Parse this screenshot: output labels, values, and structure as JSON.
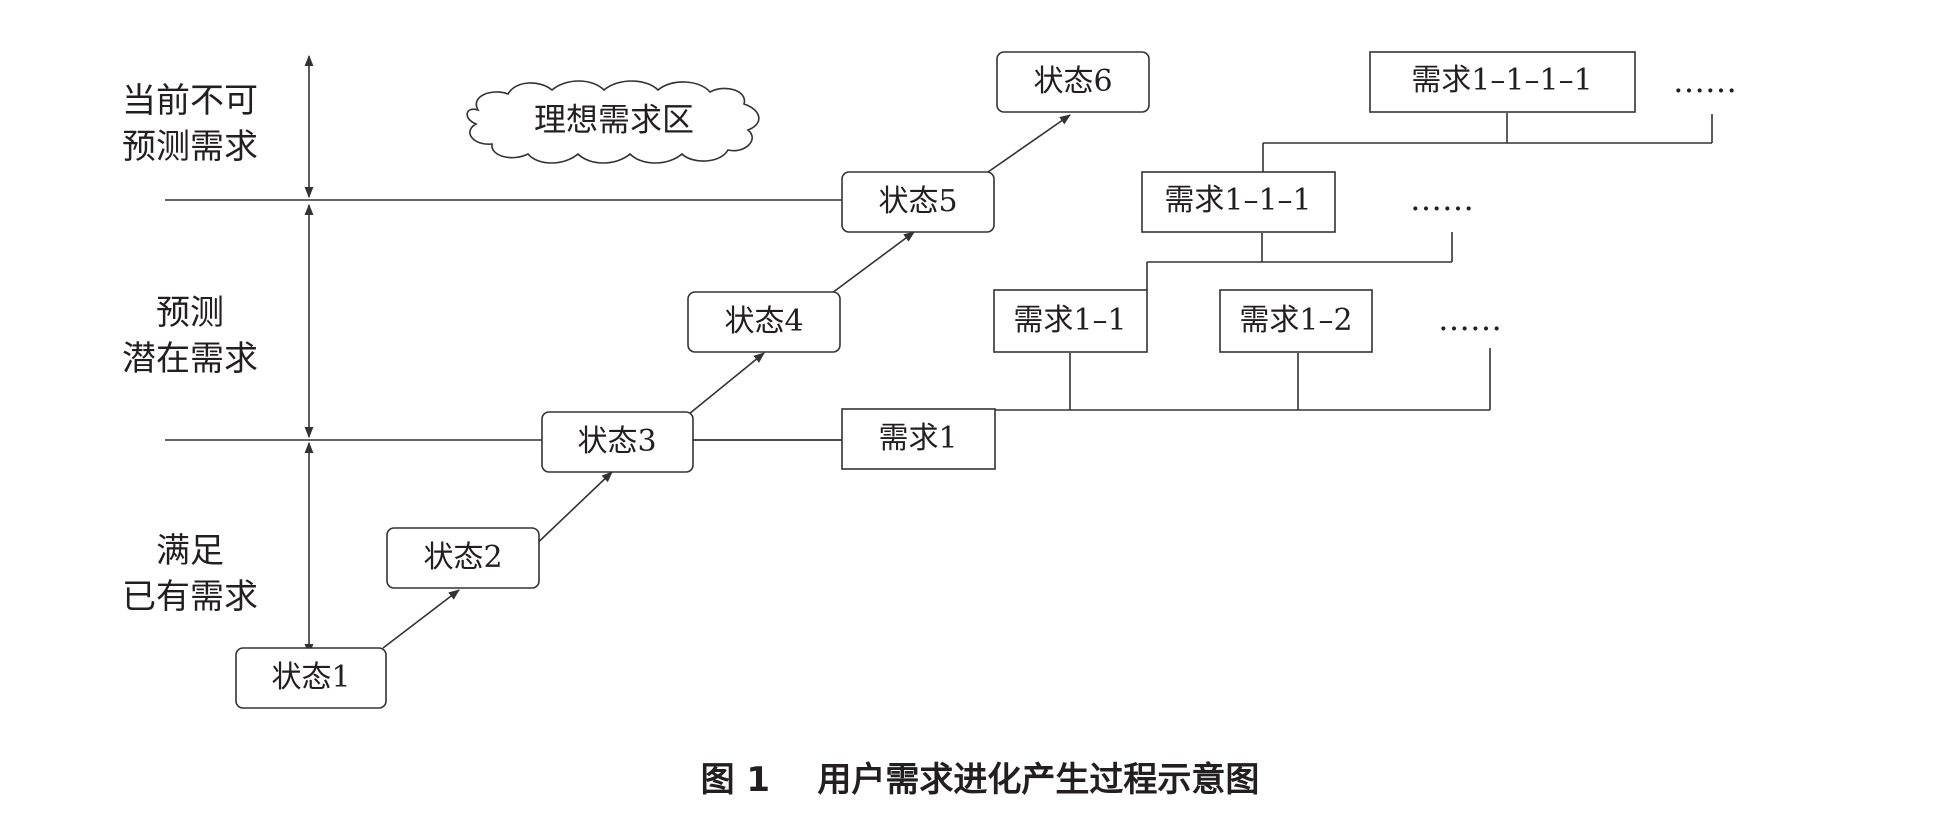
{
  "zones": {
    "top": [
      "当前不可",
      "预测需求"
    ],
    "middle": [
      "预测",
      "潜在需求"
    ],
    "bottom": [
      "满足",
      "已有需求"
    ]
  },
  "cloud_label": "理想需求区",
  "states": [
    "状态1",
    "状态2",
    "状态3",
    "状态4",
    "状态5",
    "状态6"
  ],
  "needs": {
    "n1": "需求1",
    "n11": "需求1–1",
    "n12": "需求1–2",
    "n111": "需求1–1–1",
    "n1111": "需求1–1–1–1"
  },
  "ellipsis": "……",
  "caption": {
    "number": "图 1",
    "title": "用户需求进化产生过程示意图"
  }
}
